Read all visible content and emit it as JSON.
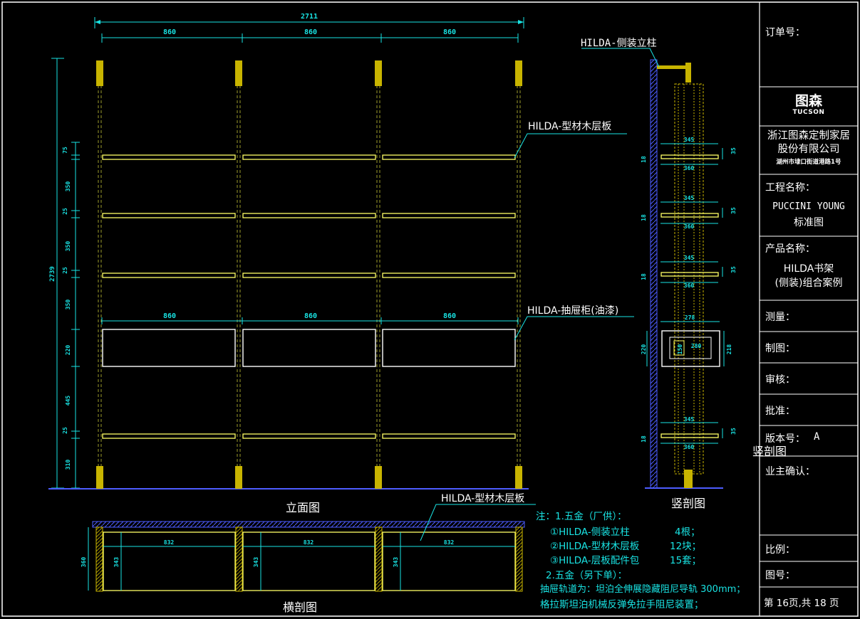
{
  "drawing": {
    "overall_width": "2711",
    "overall_height": "2739",
    "column_widths": [
      "860",
      "860",
      "860"
    ],
    "drawer_widths": [
      "860",
      "860",
      "860"
    ],
    "vertical_dims": [
      "75",
      "350",
      "25",
      "350",
      "25",
      "350",
      "220",
      "445",
      "25",
      "310"
    ],
    "plan_dims": [
      "832",
      "832",
      "832"
    ],
    "plan_depths": [
      "343",
      "343",
      "343"
    ],
    "plan_total_depth": "360",
    "section_dims": {
      "shelf_depth": "345",
      "shelf_total": "360",
      "shelf_thick": "35",
      "wall_gap": "18",
      "drawer_total": "278",
      "drawer_inner": "280",
      "drawer_height": "220",
      "drawer_side": "218",
      "drawer_small": "150"
    }
  },
  "labels": {
    "side_post": "HILDA-侧装立柱",
    "shelf_top": "HILDA-型材木层板",
    "drawer": "HILDA-抽屉柜(油漆)",
    "shelf_plan": "HILDA-型材木层板",
    "elevation": "立面图",
    "section": "竖剖图",
    "section_overlap": "竖剖图",
    "plan": "横剖图"
  },
  "notes": {
    "line1": "注：1.五金（厂供）：",
    "item1_name": "①HILDA-侧装立柱",
    "item1_qty": "4根；",
    "item2_name": "②HILDA-型材木层板",
    "item2_qty": "12块；",
    "item3_name": "③HILDA-层板配件包",
    "item3_qty": "15套；",
    "line2": "2.五金（另下单）：",
    "line3": "抽屉轨道为：坦泊全伸展隐藏阻尼导轨 300mm；",
    "line4": "格拉斯坦泊机械反弹免拉手阻尼装置；"
  },
  "title_block": {
    "order_no_label": "订单号：",
    "brand_cn": "图森",
    "brand_en": "TUCSON",
    "company_line1": "浙江图森定制家居",
    "company_line2": "股份有限公司",
    "company_address": "湖州市埭口街道港路1号",
    "project_label": "工程名称：",
    "project_name": "PUCCINI YOUNG",
    "project_sub": "标准图",
    "product_label": "产品名称：",
    "product_name": "HILDA书架",
    "product_sub": "(侧装)组合案例",
    "measure_label": "测量：",
    "drawn_label": "制图：",
    "review_label": "审核：",
    "approve_label": "批准：",
    "version_label": "版本号：",
    "version_value": "A",
    "owner_label": "业主确认：",
    "scale_label": "比例：",
    "drawing_no_label": "图号：",
    "page_info": "第 16页,共 18 页"
  },
  "colors": {
    "background": "#000000",
    "dimension": "#19e3e3",
    "shelf": "#ffff66",
    "post": "#c8b400",
    "post_dash": "#9b9b2a",
    "wall": "#4d5cff",
    "frame": "#ffffff"
  }
}
